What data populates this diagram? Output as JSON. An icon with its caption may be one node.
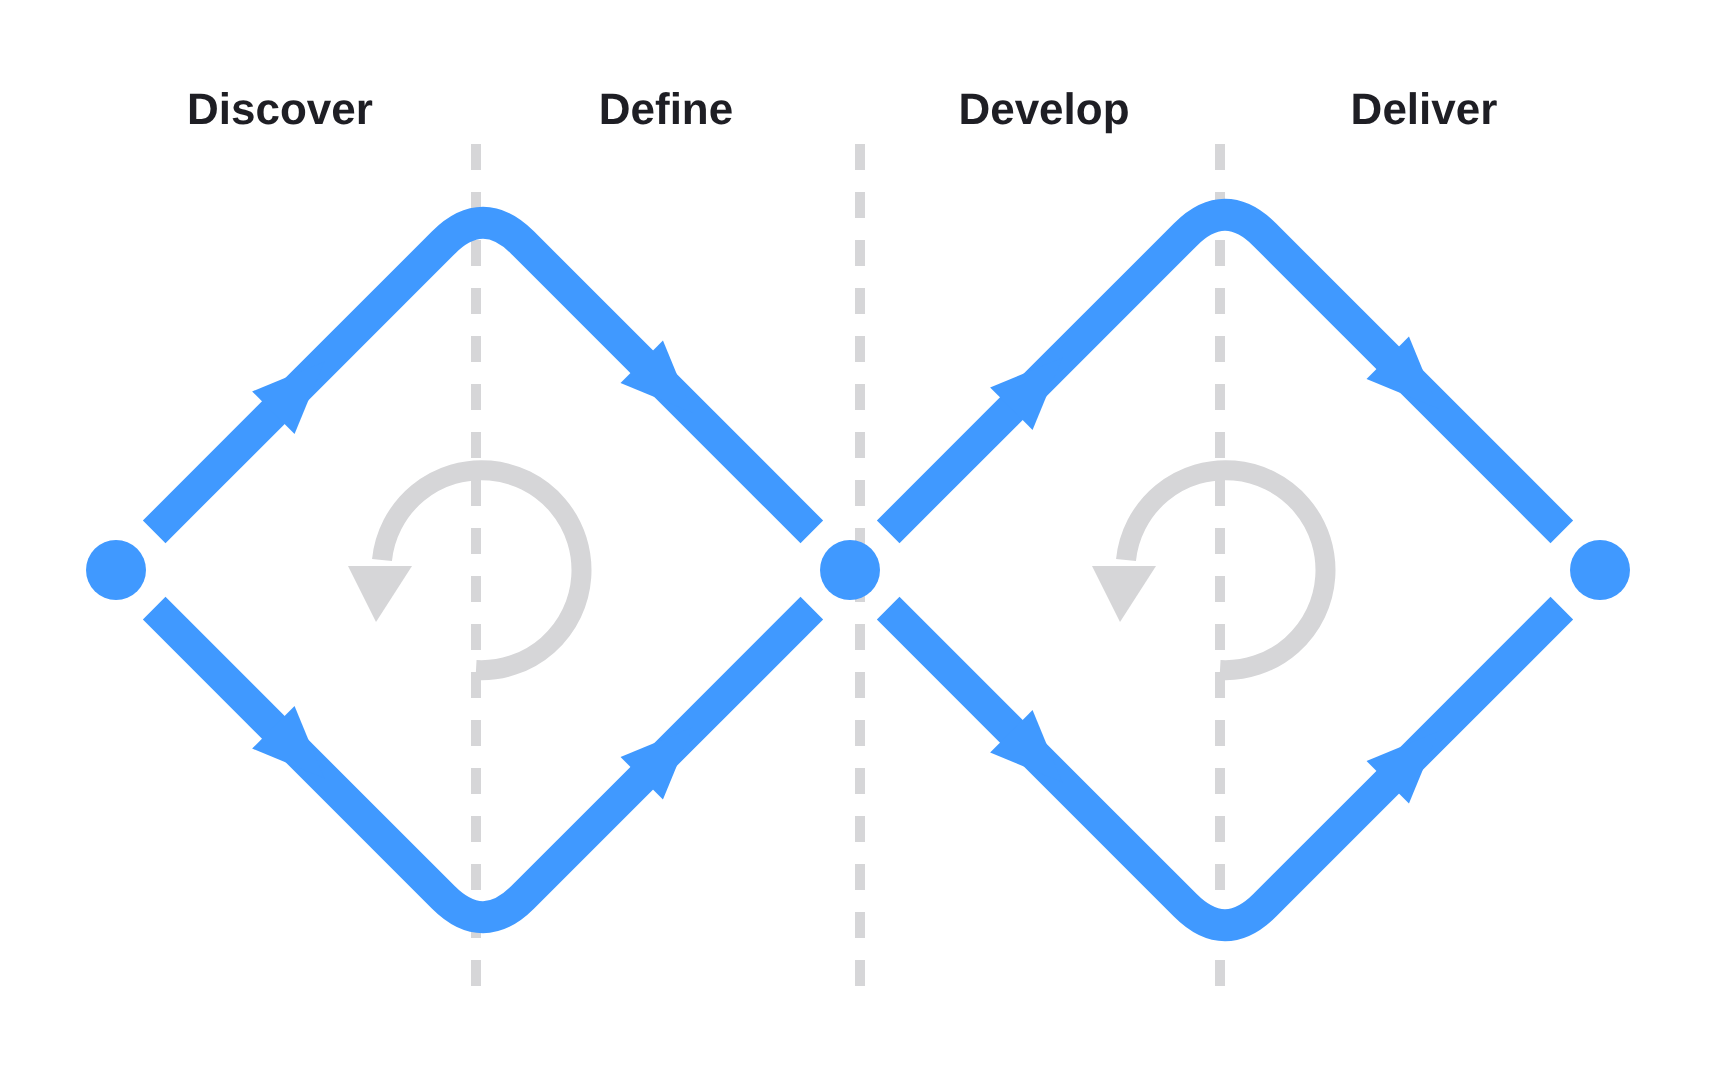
{
  "diagram": {
    "nodes": [
      {
        "text": [],
        "shape": "circle"
      },
      {
        "text": [],
        "shape": "circle"
      },
      {
        "text": [],
        "shape": "circle"
      }
    ],
    "edges": [
      {
        "from": 0,
        "to": 1,
        "arrow": "to"
      },
      {
        "from": 0,
        "to": 1,
        "arrow": "to"
      },
      {
        "from": 1,
        "to": 2,
        "arrow": "to"
      },
      {
        "from": 1,
        "to": 2,
        "arrow": "to"
      }
    ],
    "labels": [
      "Discover",
      "Define",
      "Develop",
      "Deliver"
    ]
  }
}
